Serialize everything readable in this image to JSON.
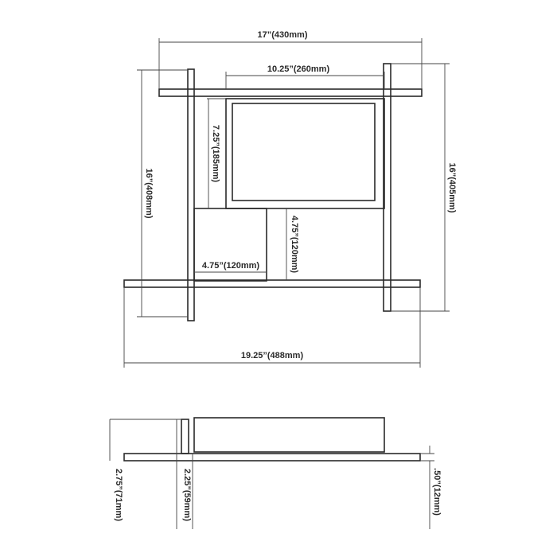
{
  "front_view": {
    "overall_width": "17”(430mm)",
    "inner_width": "10.25”(260mm)",
    "left_height": "16”(408mm)",
    "shade_height": "7.25”(185mm)",
    "right_height": "16”(405mm)",
    "box_height": "4.75”(120mm)",
    "box_width": "4.75”(120mm)",
    "base_width": "19.25”(488mm)"
  },
  "side_view": {
    "total_height": "2.75”(71mm)",
    "body_height": "2.25”(59mm)",
    "base_thickness": ".50”(12mm)"
  },
  "colors": {
    "line": "#2a2a2a",
    "dimension": "#444444"
  }
}
